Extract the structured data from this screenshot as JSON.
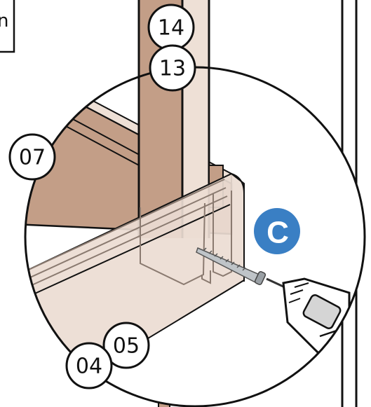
{
  "corner_label": {
    "text": "n"
  },
  "callouts": [
    {
      "id": "14",
      "label": "14"
    },
    {
      "id": "13",
      "label": "13"
    },
    {
      "id": "07",
      "label": "07"
    },
    {
      "id": "05",
      "label": "05"
    },
    {
      "id": "04",
      "label": "04"
    }
  ],
  "step_badge": {
    "label": "C",
    "color": "#3a7fc4"
  },
  "colors": {
    "wood_dark": "#c39e87",
    "wood_light": "#eee0d6",
    "glass": "#e9d9cf",
    "outline": "#111111",
    "screw": "#bfc4c8",
    "drill_body": "#ffffff"
  },
  "icons": {
    "drill": "power-drill-icon",
    "screw": "screw-icon"
  }
}
